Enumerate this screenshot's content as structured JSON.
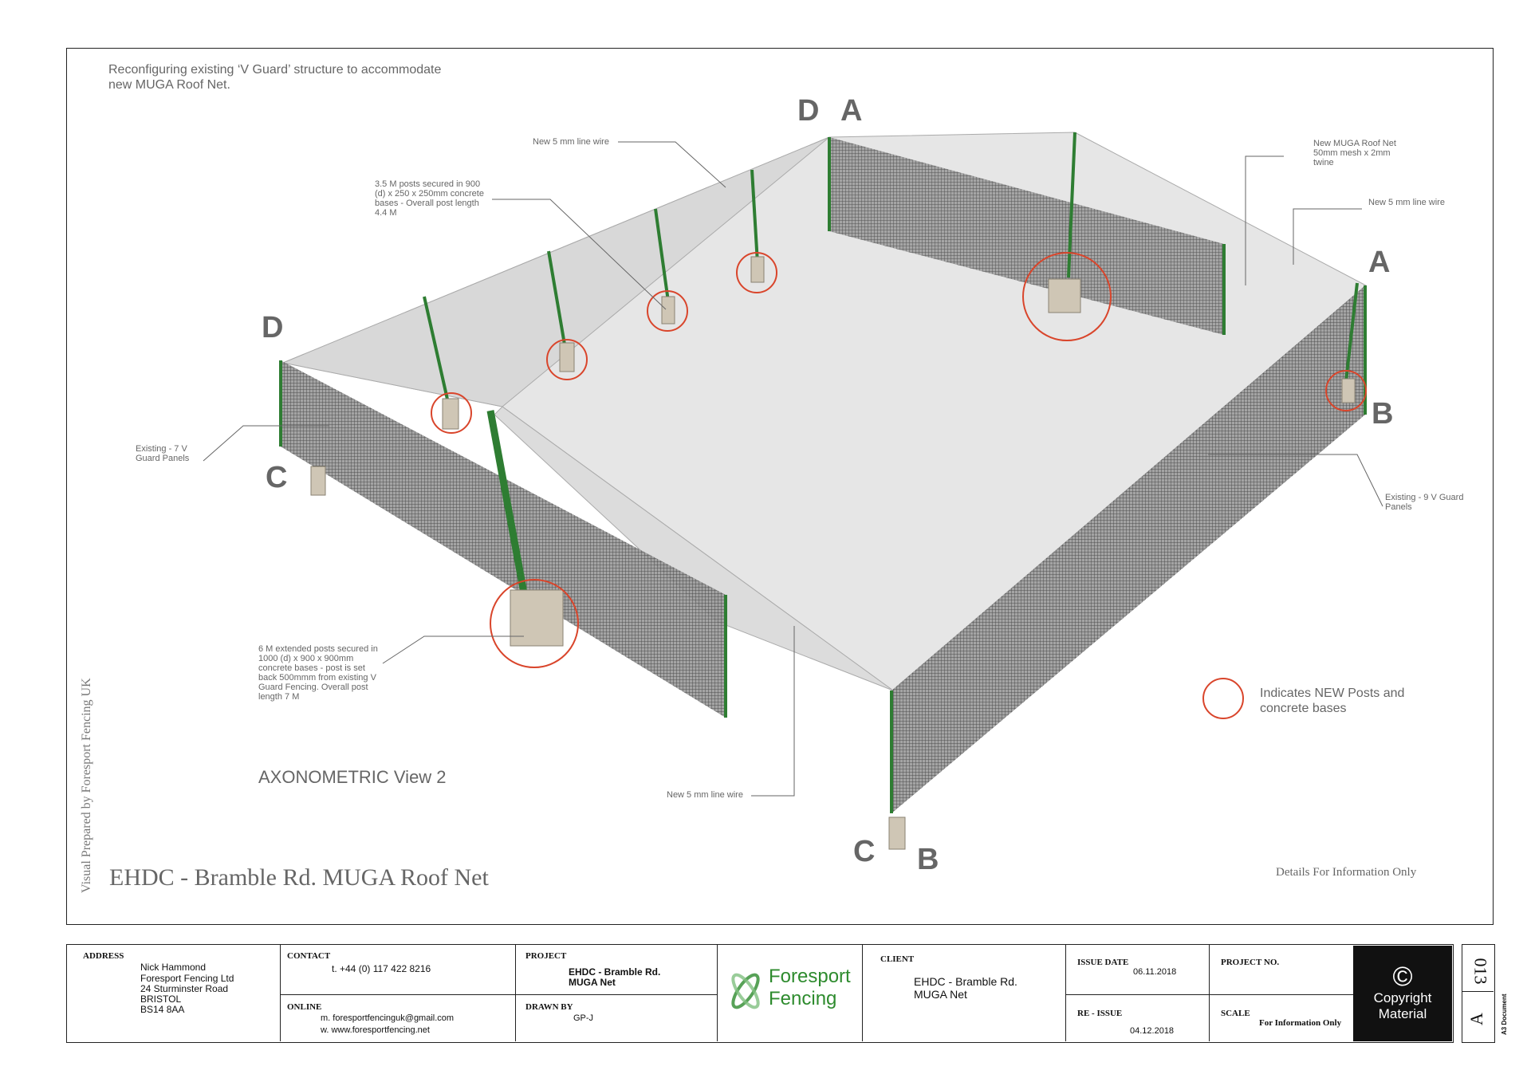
{
  "description": "Reconfiguring existing ‘V Guard’ structure to accommodate new MUGA Roof Net.",
  "annotations": {
    "line_wire_top": "New 5 mm line wire",
    "posts_35": "3.5 M posts secured in 900 (d) x 250 x 250mm concrete bases - Overall post length 4.4 M",
    "roof_net": "New MUGA Roof Net 50mm mesh x 2mm twine",
    "line_wire_right": "New 5 mm line wire",
    "existing_7": "Existing - 7 V Guard Panels",
    "existing_9": "Existing - 9 V Guard Panels",
    "posts_6": "6 M extended posts secured in 1000 (d) x 900 x 900mm concrete bases - post is set back 500mmm from existing V Guard Fencing. Overall post length 7 M",
    "line_wire_bottom": "New 5 mm line wire"
  },
  "corner_labels": {
    "d_top": "D",
    "a_top": "A",
    "a_right": "A",
    "b_right": "B",
    "d_left": "D",
    "c_left": "C",
    "c_bottom": "C",
    "b_bottom": "B"
  },
  "legend": "Indicates NEW Posts and concrete bases",
  "view_label": "AXONOMETRIC View 2",
  "drawing_title": "EHDC - Bramble Rd. MUGA Roof Net",
  "prepared_by": "Visual Prepared by Foresport Fencing UK",
  "details_note": "Details For Information Only",
  "colors": {
    "post_green": "#2e7d32",
    "circle_red": "#d9452b",
    "copyright_bg": "#111111",
    "logo_green": "#2e8b2e"
  },
  "title_block": {
    "address_label": "ADDRESS",
    "address_lines": [
      "Nick Hammond",
      "Foresport Fencing Ltd",
      "24 Sturminster  Road",
      "BRISTOL",
      "BS14 8AA"
    ],
    "contact_label": "CONTACT",
    "contact_phone": "t.  +44 (0) 117 422 8216",
    "online_label": "ONLINE",
    "online_email": "m.  foresportfencinguk@gmail.com",
    "online_web": "w.   www.foresportfencing.net",
    "project_label": "PROJECT",
    "project_lines": [
      "EHDC - Bramble Rd.",
      "MUGA Net"
    ],
    "drawn_label": "DRAWN BY",
    "drawn_by": "GP-J",
    "logo_line1": "Foresport",
    "logo_line2": "Fencing",
    "client_label": "CLIENT",
    "client_lines": [
      "EHDC - Bramble Rd.",
      "MUGA Net"
    ],
    "issue_label": "ISSUE  DATE",
    "issue_date": "06.11.2018",
    "reissue_label": "RE - ISSUE",
    "reissue_date": "04.12.2018",
    "projno_label": "PROJECT NO.",
    "scale_label": "SCALE",
    "scale_value": "For Information Only",
    "copyright_symbol": "©",
    "copyright_line1": "Copyright",
    "copyright_line2": "Material",
    "drawing_no": "013",
    "revision": "A",
    "sheet": "A3 Document"
  }
}
